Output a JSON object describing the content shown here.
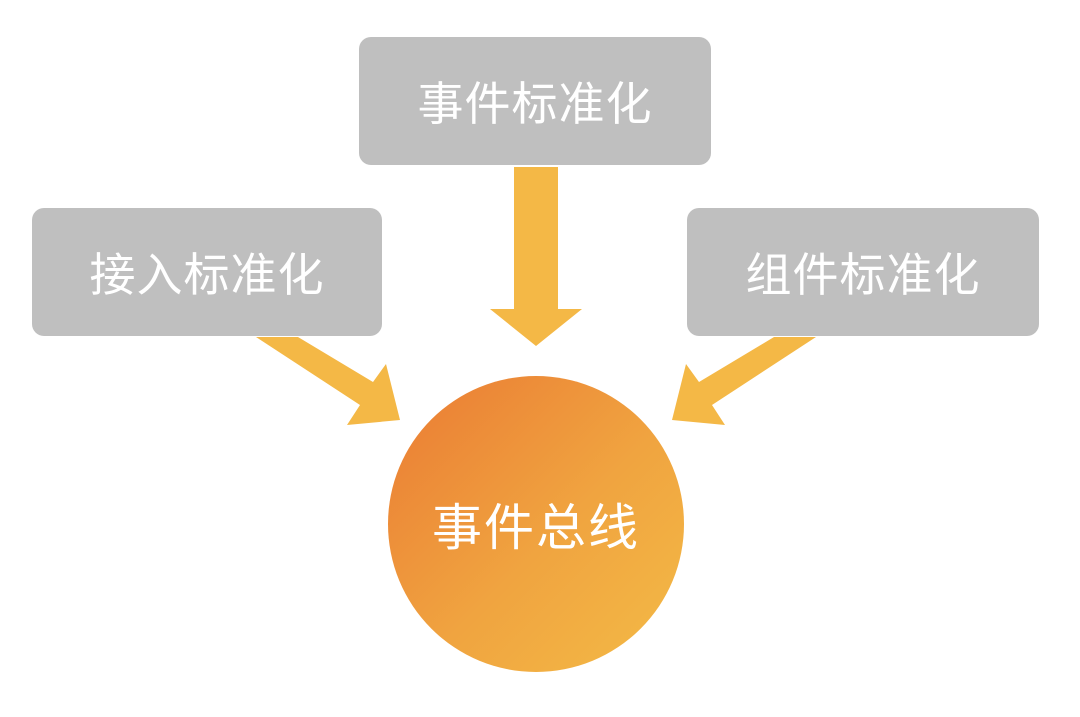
{
  "nodes": {
    "top": {
      "label": "事件标准化"
    },
    "left": {
      "label": "接入标准化"
    },
    "right": {
      "label": "组件标准化"
    },
    "hub": {
      "label": "事件总线"
    }
  },
  "colors": {
    "box_fill": "#bfbfbf",
    "box_text": "#ffffff",
    "arrow": "#f4b846",
    "hub_gradient_start": "#ea7a33",
    "hub_gradient_end": "#f4bb46"
  }
}
